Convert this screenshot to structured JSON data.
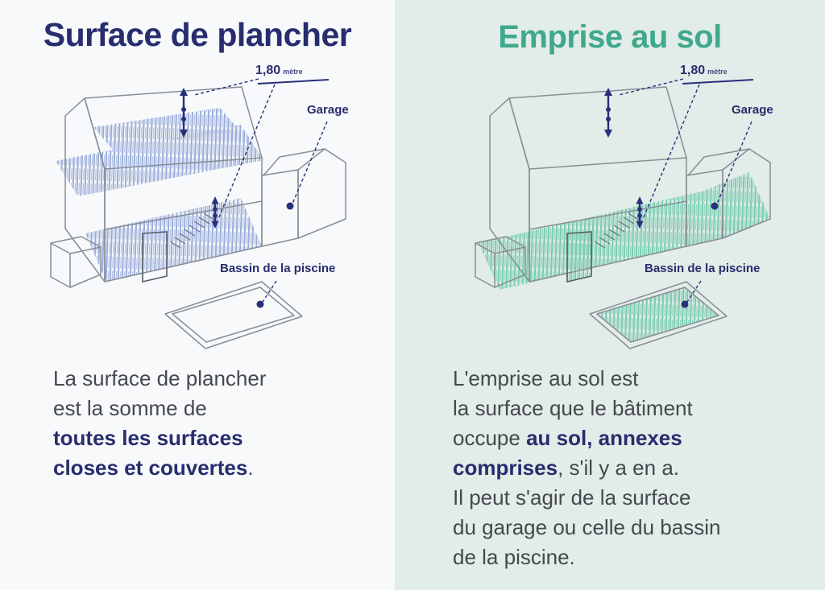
{
  "left_panel": {
    "title": "Surface de plancher",
    "sketch_labels": {
      "height_value": "1,80",
      "height_unit": "mètre",
      "garage": "Garage",
      "pool": "Bassin de la piscine"
    },
    "description": {
      "line1": "La surface de plancher",
      "line2": "est la somme de",
      "line3_bold": "toutes les surfaces",
      "line4_bold": "closes et couvertes",
      "line4_end": "."
    }
  },
  "right_panel": {
    "title": "Emprise au sol",
    "sketch_labels": {
      "height_value": "1,80",
      "height_unit": "mètre",
      "garage": "Garage",
      "pool": "Bassin de la piscine"
    },
    "description": {
      "line1": "L'emprise au sol est",
      "line2": "la surface que le bâtiment",
      "line3_normal": "occupe ",
      "line3_bold": "au sol, annexes",
      "line4_bold": "comprises",
      "line4_normal": ", s'il y a en a.",
      "line5": "Il peut s'agir de la surface",
      "line6": "du garage ou celle du bassin",
      "line7": "de la piscine."
    }
  },
  "colors": {
    "navy": "#272d6d",
    "teal": "#3fa98c",
    "blue_hatch": "#8fa3d4",
    "green_hatch": "#6fc9ab",
    "left_background": "#f7f9fb",
    "right_background": "#e2ece8",
    "sketch_line": "#878d96",
    "body_text": "#45484e"
  }
}
